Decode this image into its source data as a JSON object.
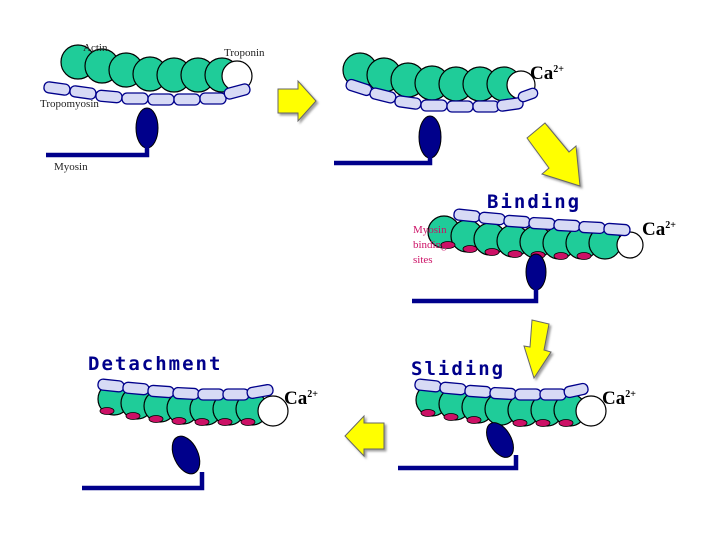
{
  "labels": {
    "actin": "Actin",
    "troponin": "Troponin",
    "tropomyosin": "Tropomyosin",
    "myosin": "Myosin",
    "myosin_binding_sites": [
      "Myosin",
      "binding",
      "sites"
    ]
  },
  "calcium": {
    "symbol": "Ca",
    "charge": "2+"
  },
  "steps": {
    "binding": "Binding",
    "sliding": "Sliding",
    "detachment": "Detachment"
  },
  "colors": {
    "actin": "#1fcc99",
    "tropomyosin": "#d7daf5",
    "troponin": "#ffffff",
    "myosin": "#00008b",
    "binding_site": "#cc1166",
    "arrow": "#ffff00",
    "step_text": "#00008b",
    "site_label": "#cc1166"
  }
}
